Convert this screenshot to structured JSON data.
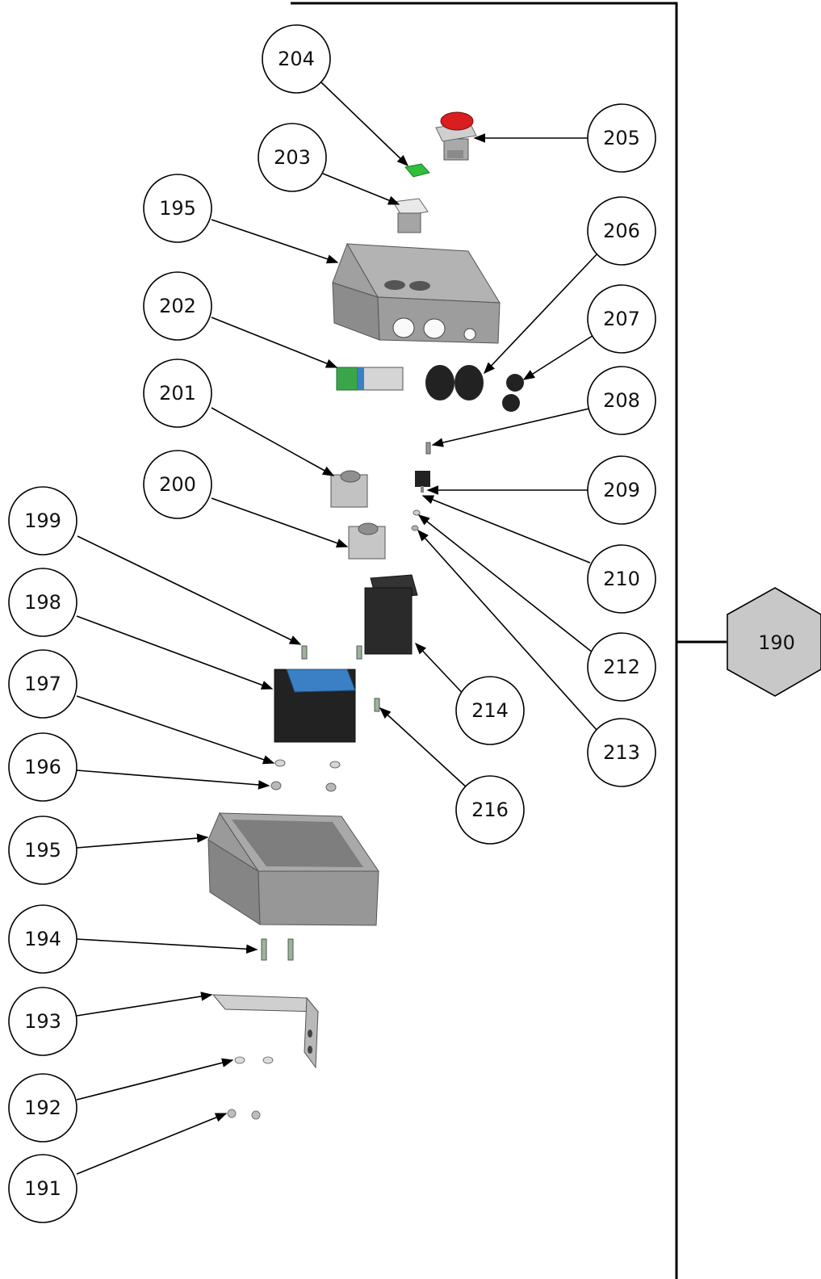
{
  "assembly": {
    "label": "190",
    "hex_color": "#c8c8c8"
  },
  "callouts": {
    "c191": "191",
    "c192": "192",
    "c193": "193",
    "c194": "194",
    "c195_lower": "195",
    "c195_upper": "195",
    "c196": "196",
    "c197": "197",
    "c198": "198",
    "c199": "199",
    "c200": "200",
    "c201": "201",
    "c202": "202",
    "c203": "203",
    "c204": "204",
    "c205": "205",
    "c206": "206",
    "c207": "207",
    "c208": "208",
    "c209": "209",
    "c210": "210",
    "c212": "212",
    "c213": "213",
    "c214": "214",
    "c216": "216"
  },
  "colors": {
    "housing_gray": "#8f8f8f",
    "contactor_black": "#222222",
    "contactor_blue": "#3b7fc4",
    "indicator_green": "#2fbf3a",
    "button_red": "#d81e1e",
    "terminal_green": "#3aa64b"
  }
}
